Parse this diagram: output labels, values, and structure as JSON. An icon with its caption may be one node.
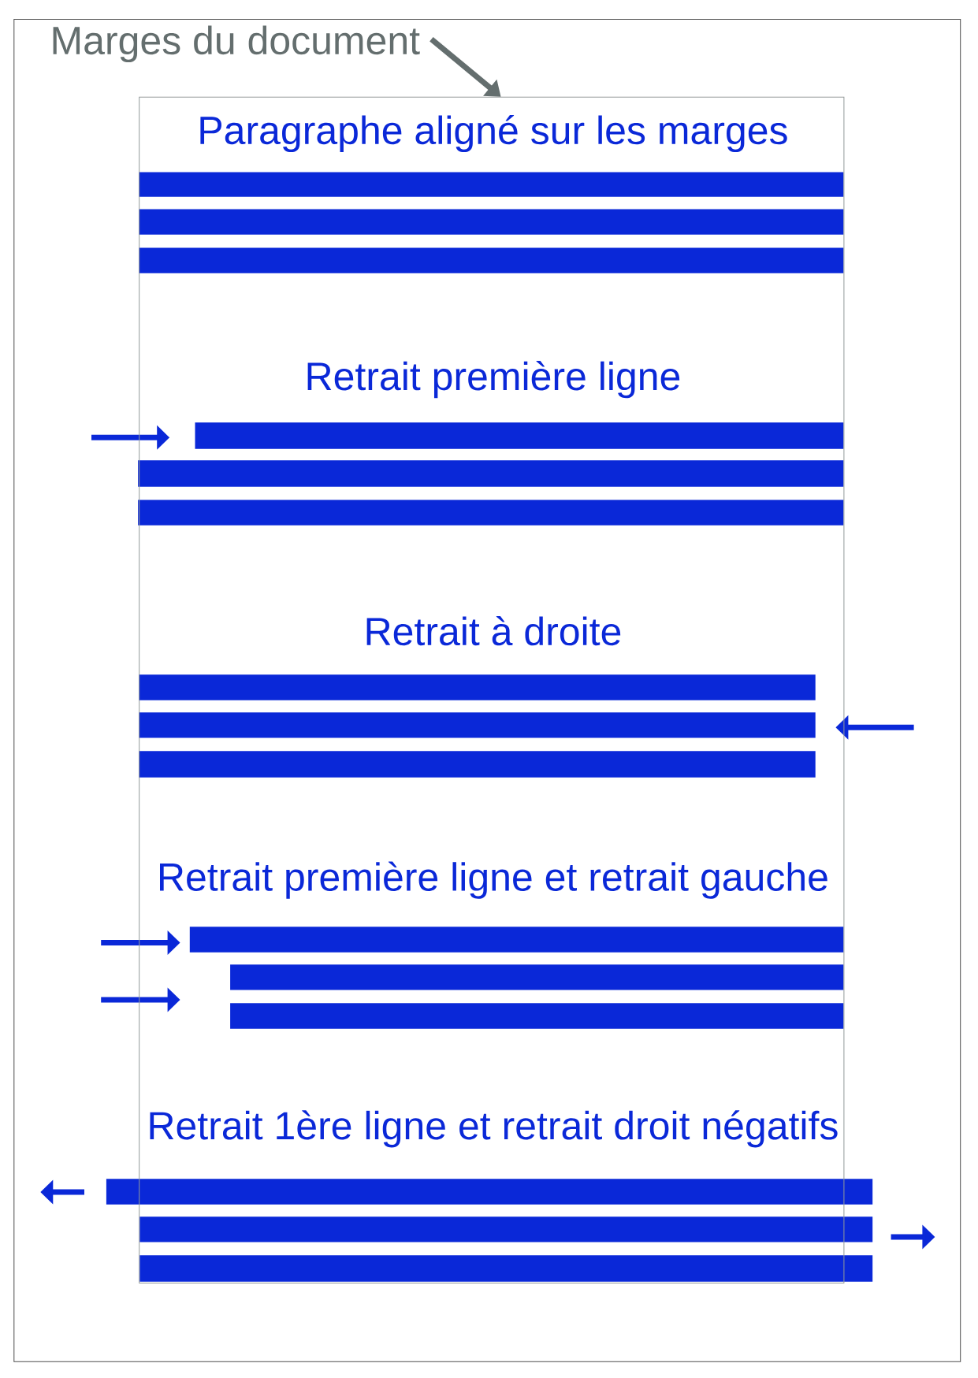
{
  "diagram": {
    "nodes": [
      {
        "text": [
          "Marges du document"
        ]
      },
      {
        "text": [],
        "shape": "box"
      }
    ],
    "edges": [
      {
        "from": 0,
        "to": 1,
        "arrow": "to"
      }
    ],
    "labels": [
      "Paragraphe aligné sur les marges",
      "Retrait première ligne",
      "Retrait à droite",
      "Retrait première ligne et retrait gauche",
      "Retrait 1ère ligne et retrait droit négatifs"
    ]
  }
}
